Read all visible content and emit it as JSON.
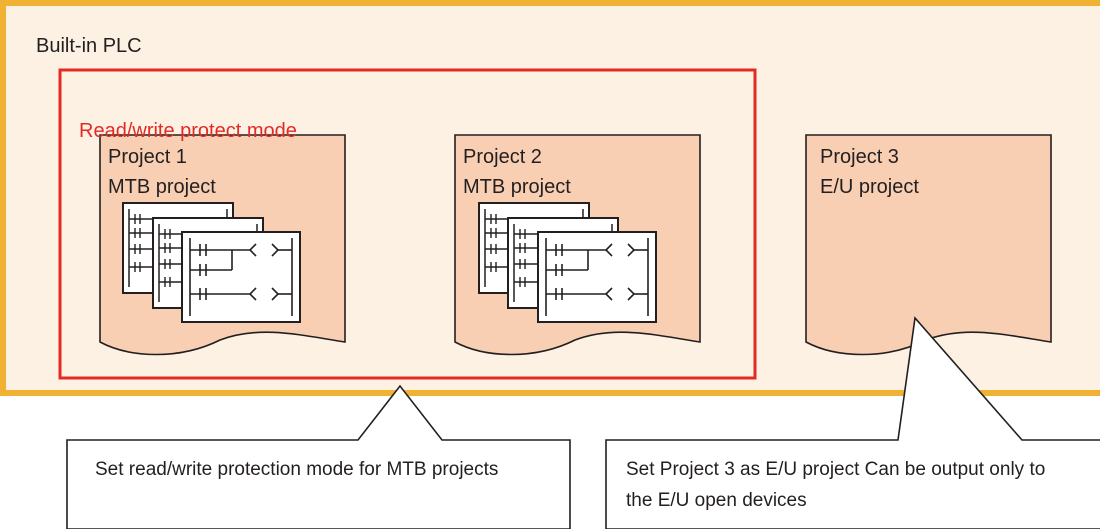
{
  "plc": {
    "title": "Built-in PLC"
  },
  "protect_zone": {
    "title": "Read/write protect mode",
    "color": "#e32b26"
  },
  "projects": [
    {
      "name": "Project 1",
      "type": "MTB project"
    },
    {
      "name": "Project 2",
      "type": "MTB project"
    },
    {
      "name": "Project 3",
      "type": "E/U project"
    }
  ],
  "callouts": {
    "left": "Set read/write protection mode for MTB projects",
    "right": "Set Project 3 as E/U project Can be output only to the E/U open devices"
  },
  "colors": {
    "plc_border": "#f0b233",
    "plc_fill": "#fdf1e3",
    "project_fill": "#f9cfb4",
    "line": "#231f20"
  }
}
